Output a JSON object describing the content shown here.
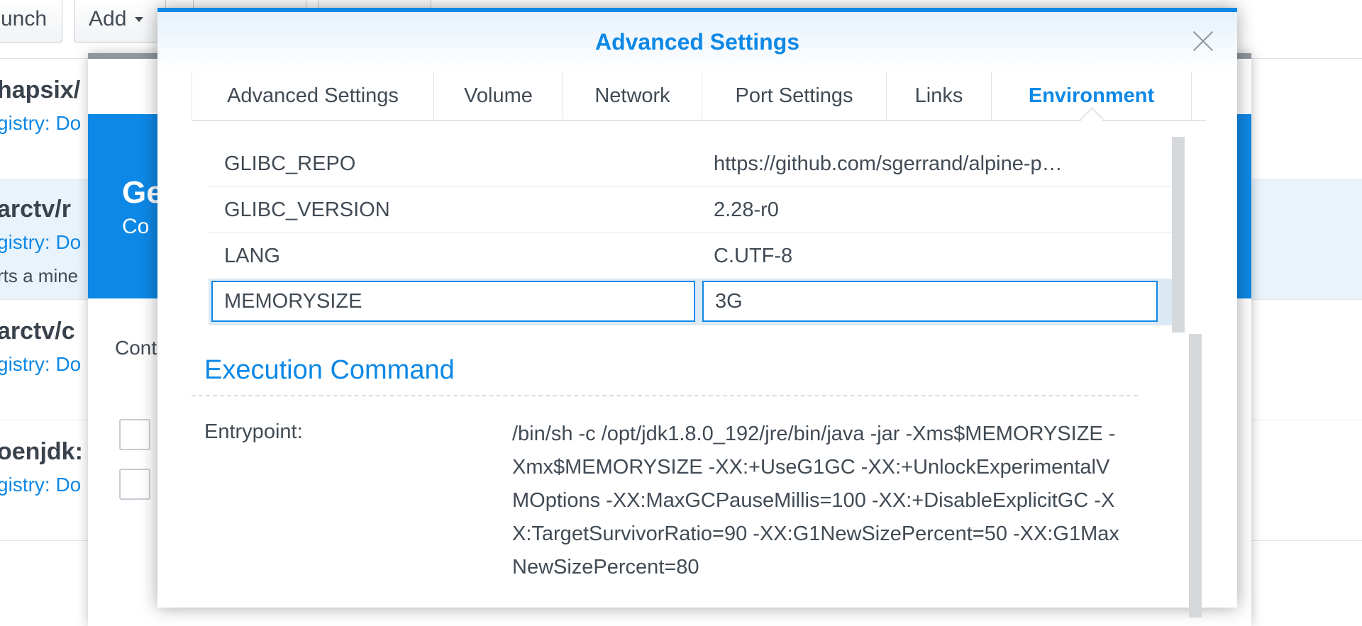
{
  "background": {
    "toolbar": {
      "launch_label": "unch",
      "add_label": "Add"
    },
    "list": [
      {
        "name": "hapsix/",
        "registry": "gistry: Do"
      },
      {
        "name": "arctv/r",
        "registry": "gistry: Do",
        "desc": "rts a mine"
      },
      {
        "name": "arctv/c",
        "registry": "gistry: Do"
      },
      {
        "name": "oenjdk:",
        "registry": "gistry: Do"
      }
    ],
    "window": {
      "header_title": "Ge",
      "header_sub": "Co",
      "content_label": "Cont"
    }
  },
  "dialog": {
    "title": "Advanced Settings",
    "tabs": [
      {
        "label": "Advanced Settings",
        "active": false
      },
      {
        "label": "Volume",
        "active": false
      },
      {
        "label": "Network",
        "active": false
      },
      {
        "label": "Port Settings",
        "active": false
      },
      {
        "label": "Links",
        "active": false
      },
      {
        "label": "Environment",
        "active": true
      }
    ],
    "environment": [
      {
        "variable": "GLIBC_REPO",
        "value": "https://github.com/sgerrand/alpine-p…"
      },
      {
        "variable": "GLIBC_VERSION",
        "value": "2.28-r0"
      },
      {
        "variable": "LANG",
        "value": "C.UTF-8"
      },
      {
        "variable": "MEMORYSIZE",
        "value": "3G"
      }
    ],
    "execution": {
      "title": "Execution Command",
      "entrypoint_label": "Entrypoint:",
      "entrypoint_value": "/bin/sh -c /opt/jdk1.8.0_192/jre/bin/java -jar -Xms$MEMORYSIZE -Xmx$MEMORYSIZE -XX:+UseG1GC -XX:+UnlockExperimentalVMOptions -XX:MaxGCPauseMillis=100 -XX:+DisableExplicitGC -XX:TargetSurvivorRatio=90 -XX:G1NewSizePercent=50 -XX:G1MaxNewSizePercent=80"
    }
  },
  "colors": {
    "accent": "#0d88e6",
    "text": "#414b55",
    "edit_row": "#dbe9f5"
  }
}
